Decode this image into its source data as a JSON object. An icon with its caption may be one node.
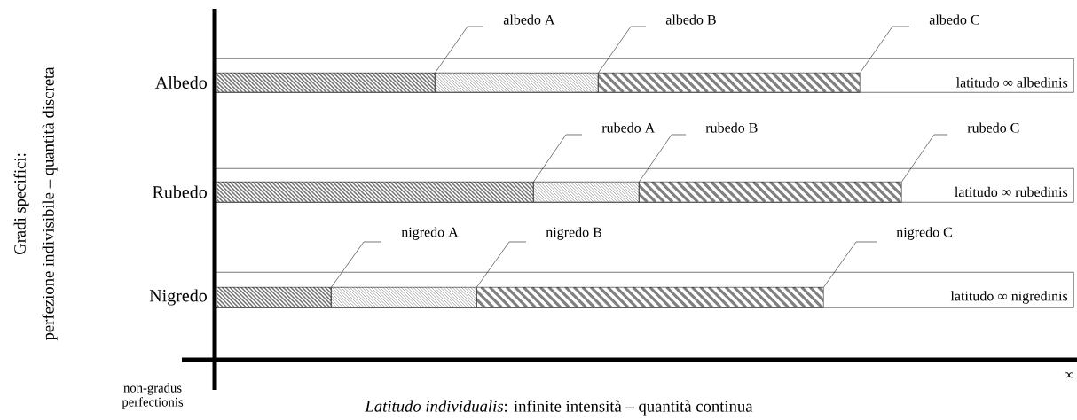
{
  "diagram": {
    "nodes": [
      {
        "text": [
          "albedo A"
        ]
      },
      {
        "text": [
          "albedo B"
        ]
      },
      {
        "text": [
          "albedo C"
        ]
      },
      {
        "text": [
          "latitudo ∞ albedinis"
        ],
        "beside": [
          "Albedo"
        ]
      },
      {
        "text": [],
        "shape": "bar",
        "in": 3
      },
      {
        "text": [],
        "shape": "bar",
        "in": 3
      },
      {
        "text": [],
        "shape": "bar",
        "in": 3
      },
      {
        "text": [
          "rubedo A"
        ]
      },
      {
        "text": [
          "rubedo B"
        ]
      },
      {
        "text": [
          "rubedo C"
        ]
      },
      {
        "text": [
          "latitudo ∞ rubedinis"
        ],
        "beside": [
          "Rubedo"
        ]
      },
      {
        "text": [],
        "shape": "bar",
        "in": 10
      },
      {
        "text": [],
        "shape": "bar",
        "in": 10
      },
      {
        "text": [],
        "shape": "bar",
        "in": 10
      },
      {
        "text": [
          "nigredo A"
        ]
      },
      {
        "text": [
          "nigredo B"
        ]
      },
      {
        "text": [
          "nigredo C"
        ]
      },
      {
        "text": [
          "latitudo ∞ nigredinis"
        ],
        "beside": [
          "Nigredo"
        ]
      },
      {
        "text": [],
        "shape": "bar",
        "in": 17
      },
      {
        "text": [],
        "shape": "bar",
        "in": 17
      },
      {
        "text": [],
        "shape": "bar",
        "in": 17
      }
    ],
    "edges": [
      {
        "from": 0,
        "to": 4,
        "arrow": "none"
      },
      {
        "from": 1,
        "to": 5,
        "arrow": "none"
      },
      {
        "from": 2,
        "to": 6,
        "arrow": "none"
      },
      {
        "from": 7,
        "to": 11,
        "arrow": "none"
      },
      {
        "from": 8,
        "to": 12,
        "arrow": "none"
      },
      {
        "from": 9,
        "to": 13,
        "arrow": "none"
      },
      {
        "from": 14,
        "to": 18,
        "arrow": "none"
      },
      {
        "from": 15,
        "to": 19,
        "arrow": "none"
      },
      {
        "from": 16,
        "to": 20,
        "arrow": "none"
      }
    ],
    "labels": [
      "Gradi specifici:",
      "perfezione indivisibile – quantità discreta",
      "non-gradus perfectionis",
      "∞",
      "*Latitudo individualis*: infinite intensità – quantità continua"
    ]
  }
}
